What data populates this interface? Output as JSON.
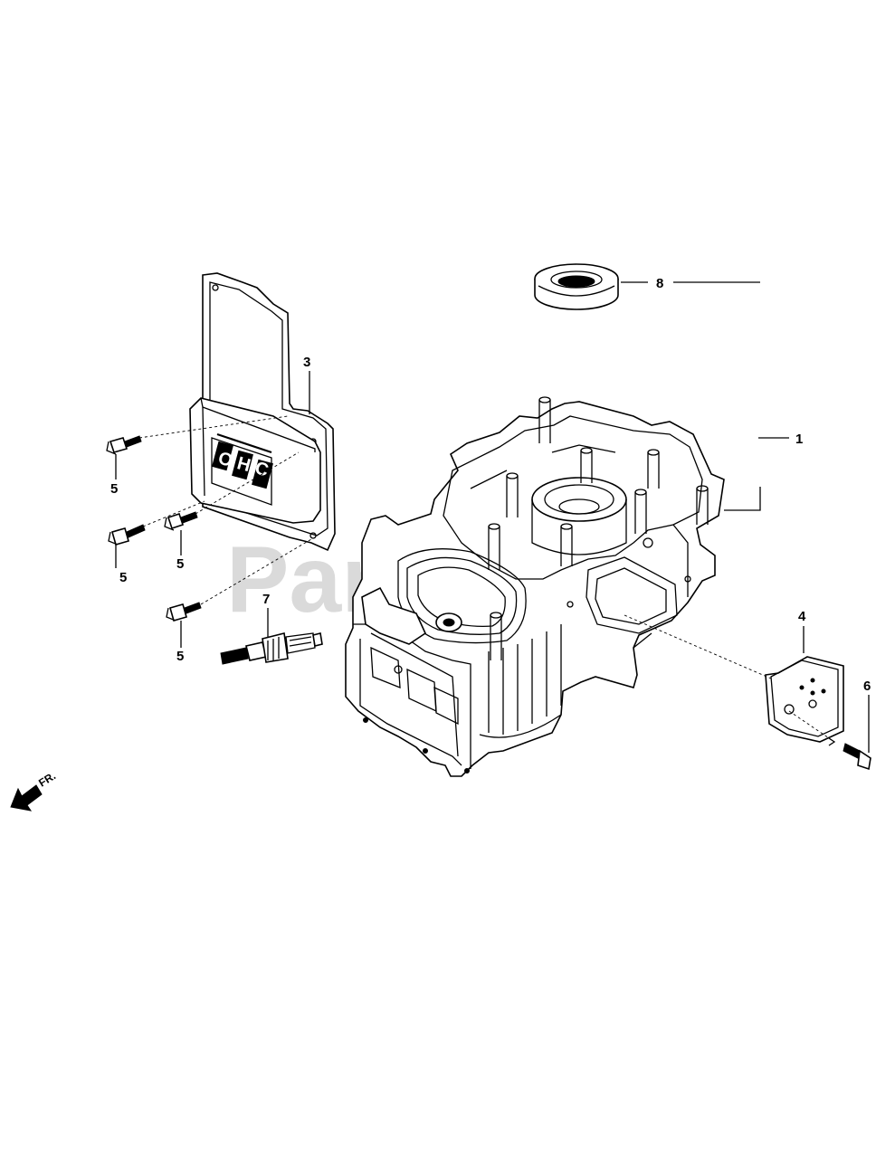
{
  "diagram": {
    "watermark": "PartsTree",
    "front_indicator": "FR.",
    "cover_lettering": "OHC",
    "callouts": [
      {
        "id": "c1",
        "label": "1"
      },
      {
        "id": "c3",
        "label": "3"
      },
      {
        "id": "c4",
        "label": "4"
      },
      {
        "id": "c5a",
        "label": "5"
      },
      {
        "id": "c5b",
        "label": "5"
      },
      {
        "id": "c5c",
        "label": "5"
      },
      {
        "id": "c5d",
        "label": "5"
      },
      {
        "id": "c6",
        "label": "6"
      },
      {
        "id": "c7",
        "label": "7"
      },
      {
        "id": "c8",
        "label": "8"
      }
    ]
  },
  "icons": {
    "front_arrow": "arrow-down-left-icon"
  }
}
